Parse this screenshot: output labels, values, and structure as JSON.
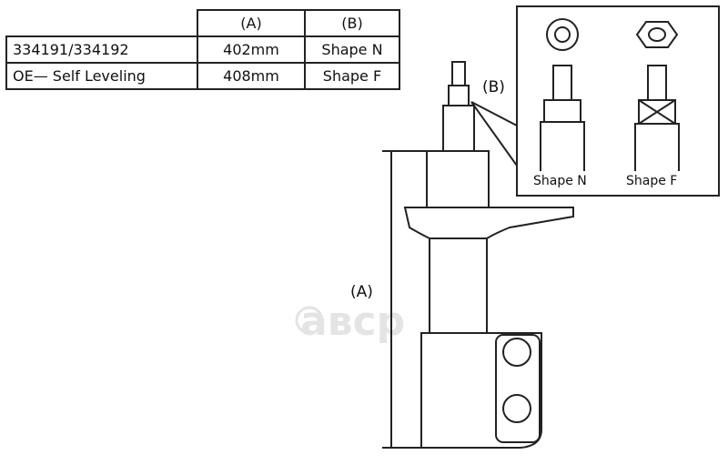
{
  "table": {
    "headers": [
      "",
      "(A)",
      "(B)"
    ],
    "rows": [
      [
        "334191/334192",
        "402mm",
        "Shape N"
      ],
      [
        "OE— Self Leveling",
        "408mm",
        "Shape F"
      ]
    ]
  },
  "labels": {
    "dimension_a": "(A)",
    "detail_b": "(B)",
    "shape_n": "Shape N",
    "shape_f": "Shape F"
  },
  "watermark": "авср"
}
